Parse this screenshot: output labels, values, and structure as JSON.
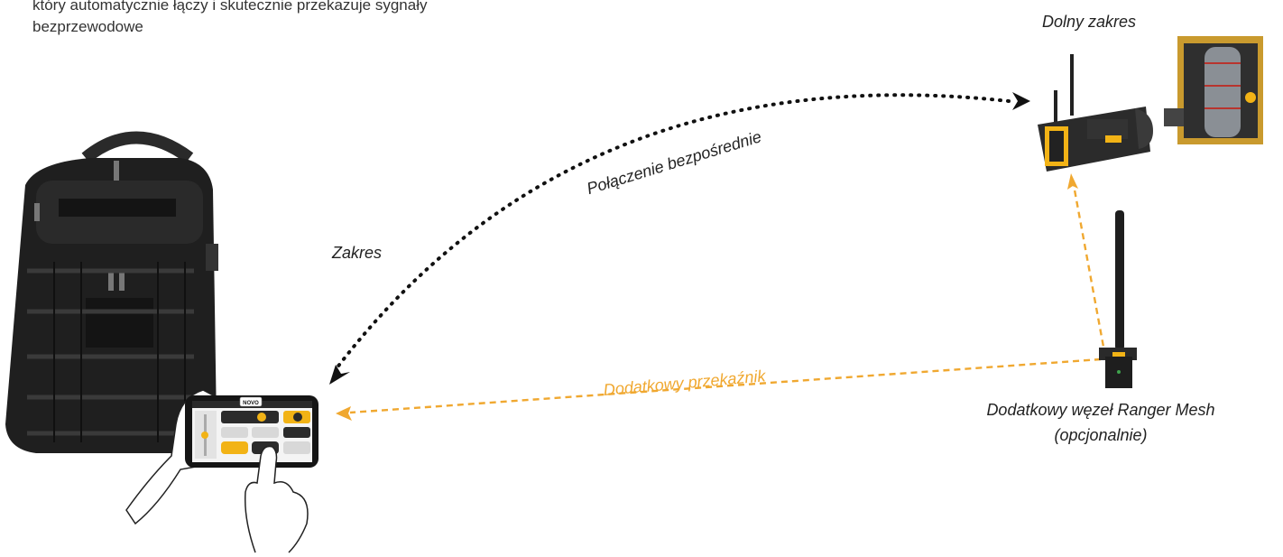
{
  "intro": {
    "line1": "który automatycznie łączy i skutecznie przekazuje sygnały",
    "line2": "bezprzewodowe"
  },
  "labels": {
    "range": "Zakres",
    "lower_range": "Dolny zakres",
    "direct_link": "Połączenie bezpośrednie",
    "extra_relay": "Dodatkowy przekaźnik",
    "mesh_node_line1": "Dodatkowy węzeł Ranger Mesh",
    "mesh_node_line2": "(opcjonalnie)"
  },
  "tablet": {
    "logo": "NOVO"
  },
  "colors": {
    "direct_link": "#111111",
    "relay_link": "#f0a830",
    "device_body": "#2b2b2b",
    "accent_yellow": "#f2b316"
  }
}
